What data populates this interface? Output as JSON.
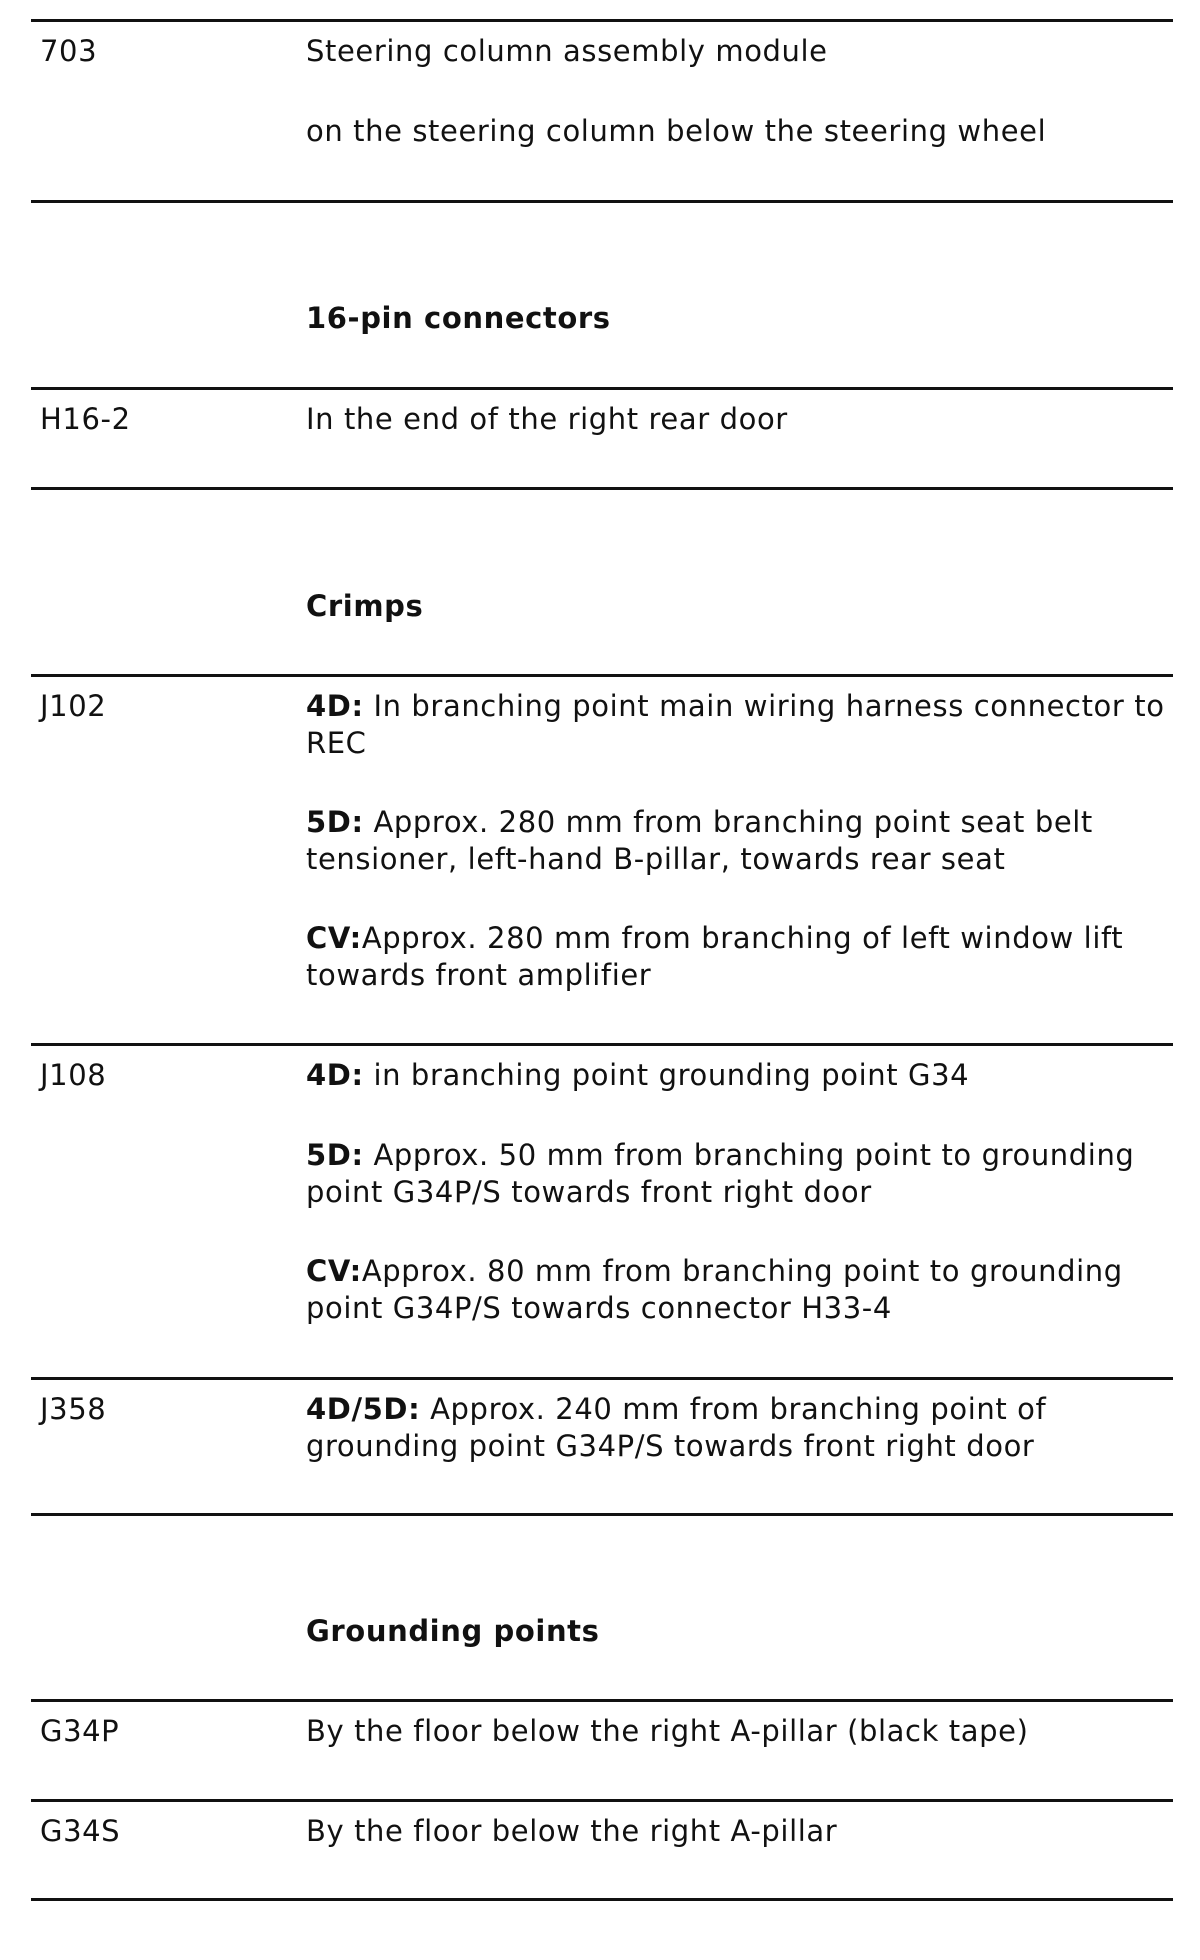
{
  "rows": {
    "r703": {
      "code": "703",
      "line1": "Steering column assembly module",
      "line2": "on the steering column below the steering wheel"
    },
    "h16": {
      "code": "H16-2",
      "text": "In the end of the right rear door"
    },
    "j102": {
      "code": "J102",
      "p1": {
        "label": "4D:",
        "text": " In branching point main wiring harness connector to REC"
      },
      "p2": {
        "label": "5D:",
        "text": " Approx. 280 mm from branching point seat belt tensioner, left-hand B-pillar, towards rear seat"
      },
      "p3": {
        "label": "CV:",
        "text": "Approx. 280 mm from branching of left window lift towards front amplifier"
      }
    },
    "j108": {
      "code": "J108",
      "p1": {
        "label": "4D:",
        "text": " in branching point grounding point G34"
      },
      "p2": {
        "label": "5D:",
        "text": " Approx. 50 mm from branching point to grounding point G34P/S towards front right door"
      },
      "p3": {
        "label": "CV:",
        "text": "Approx. 80 mm from branching point to grounding point G34P/S towards connector H33-4"
      }
    },
    "j358": {
      "code": "J358",
      "p1": {
        "label": "4D/5D:",
        "text": " Approx. 240 mm from branching point of grounding point G34P/S towards front right door"
      }
    },
    "g34p": {
      "code": "G34P",
      "text": "By the floor below the right A-pillar (black tape)"
    },
    "g34s": {
      "code": "G34S",
      "text": "By the floor below the right A-pillar"
    }
  },
  "sections": {
    "pin16": "16-pin connectors",
    "crimps": "Crimps",
    "grounding": "Grounding points"
  }
}
